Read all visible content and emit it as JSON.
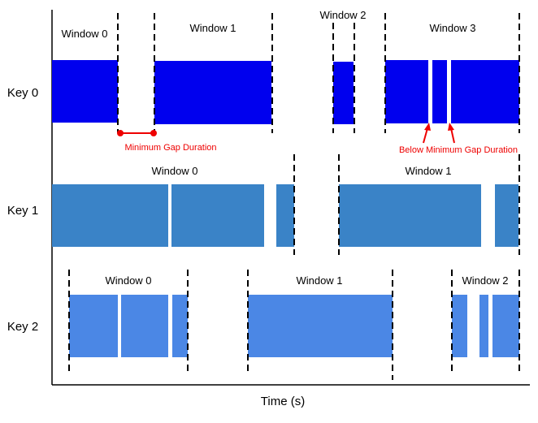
{
  "diagram": {
    "x_axis_label": "Time (s)",
    "keys": [
      {
        "label": "Key 0",
        "color": "#0000EE",
        "windows": [
          "Window 0",
          "Window 1",
          "Window 2",
          "Window 3"
        ]
      },
      {
        "label": "Key 1",
        "color": "#3A83C7",
        "windows": [
          "Window 0",
          "Window 1"
        ]
      },
      {
        "label": "Key 2",
        "color": "#4B87E5",
        "windows": [
          "Window 0",
          "Window 1",
          "Window 2"
        ]
      }
    ],
    "annotations": {
      "min_gap": "Minimum Gap Duration",
      "below_min_gap": "Below Minimum Gap Duration",
      "color": "#EE0000"
    }
  }
}
